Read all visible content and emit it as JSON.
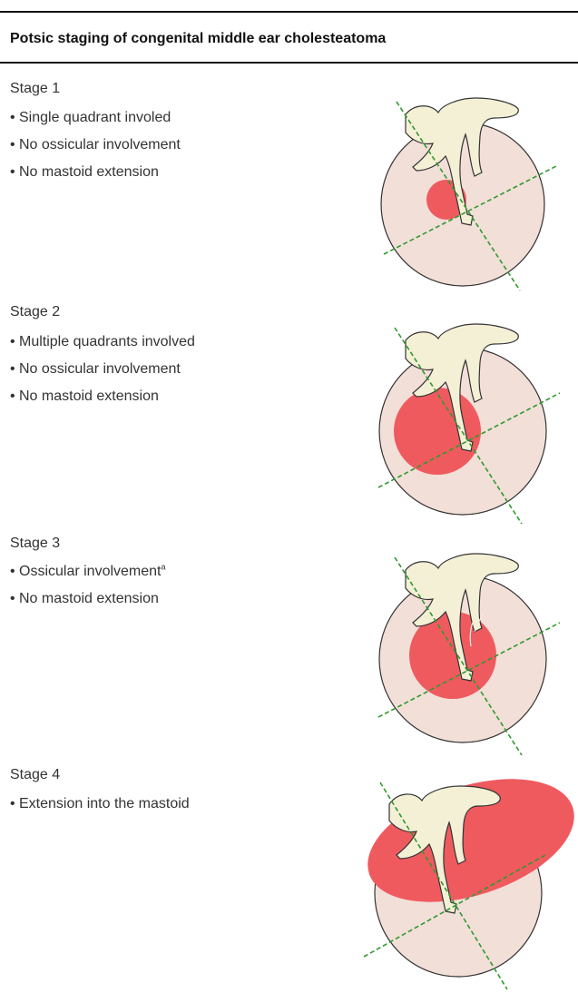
{
  "table": {
    "title": "Potsic staging of congenital middle ear cholesteatoma"
  },
  "stages": [
    {
      "heading": "Stage 1",
      "bullets": [
        "Single quadrant involed",
        "No ossicular involvement",
        "No mastoid extension"
      ]
    },
    {
      "heading": "Stage 2",
      "bullets": [
        "Multiple quadrants involved",
        "No ossicular involvement",
        "No mastoid extension"
      ]
    },
    {
      "heading": "Stage 3",
      "bullets": [
        "Ossicular involvement",
        "No mastoid extension"
      ],
      "footnote_marker": "a"
    },
    {
      "heading": "Stage 4",
      "bullets": [
        "Extension into the mastoid"
      ]
    }
  ],
  "colors": {
    "eardrum_fill": "#f2dfd8",
    "lesion_fill": "#ef5a5f",
    "ossicle_fill": "#f4f0d6",
    "quadrant_line": "#2e9a2e"
  }
}
